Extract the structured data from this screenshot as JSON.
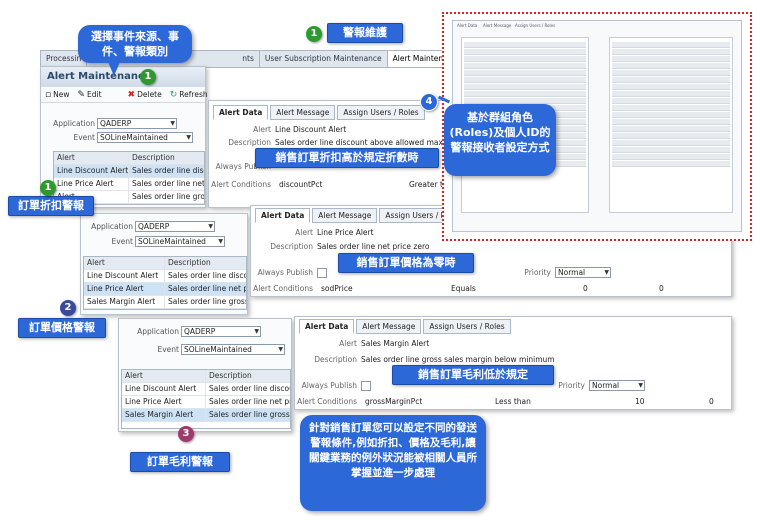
{
  "nav_tabs": [
    "Processin",
    "nts",
    "User Subscription Maintenance",
    "Alert Maintenance"
  ],
  "window_title": "Alert Maintenance",
  "toolbar": {
    "new": "New",
    "edit": "Edit",
    "delete": "Delete",
    "refresh": "Refresh"
  },
  "labels": {
    "application": "Application",
    "event": "Event",
    "alert": "Alert",
    "description": "Description",
    "always_publish": "Always Publish",
    "alert_conditions": "Alert Conditions",
    "priority": "Priority"
  },
  "values": {
    "application": "QADERP",
    "event": "SOLineMaintained",
    "priority": "Normal"
  },
  "detail_tabs": [
    "Alert Data",
    "Alert Message",
    "Assign Users / Roles"
  ],
  "grid_rows": [
    {
      "alert": "Line Discount Alert",
      "description": "Sales order line discount"
    },
    {
      "alert": "Line Price Alert",
      "description": "Sales order line net price"
    },
    {
      "alert": "Sales Margin Alert",
      "description": "Sales order line gross sa"
    }
  ],
  "grid_rows_panel1": [
    {
      "alert": "Line Discount Alert",
      "description": "Sales order line discount"
    },
    {
      "alert": "Line Price Alert",
      "description": "Sales order line net price"
    },
    {
      "alert": "Alert",
      "description": "Sales order line gross sa"
    }
  ],
  "grid_rows_panel2": [
    {
      "alert": "Line Discount Alert",
      "description": "Sales order line discount"
    },
    {
      "alert": "Line Price Alert",
      "description": "Sales order line net price"
    },
    {
      "alert": "Sales Margin Alert",
      "description": "Sales order line gross sa"
    }
  ],
  "panel1": {
    "alert": "Line Discount Alert",
    "description": "Sales order line discount above allowed maximum",
    "condition_field": "discountPct",
    "condition_op": "Greater than"
  },
  "panel2": {
    "alert": "Line Price Alert",
    "description": "Sales order line net price zero",
    "condition_field": "sodPrice",
    "condition_op": "Equals",
    "condition_v1": "0",
    "condition_v2": "0"
  },
  "panel3": {
    "alert": "Sales Margin Alert",
    "description": "Sales order line gross sales margin below minimum",
    "condition_field": "grossMarginPct",
    "condition_op": "Less than",
    "condition_v1": "10",
    "condition_v2": "0"
  },
  "callouts": {
    "top_left": "選擇事件來源、事件、警報類別",
    "top_mid": "警報維護",
    "discount_alert": "訂單折扣警報",
    "discount_banner": "銷售訂單折扣高於規定折數時",
    "price_banner": "銷售訂單價格為零時",
    "price_alert": "訂單價格警報",
    "margin_banner": "銷售訂單毛利低於規定",
    "margin_alert": "訂單毛利警報",
    "roles": "基於群組角色(Roles)及個人ID的警報接收者設定方式",
    "summary": "針對銷售訂單您可以設定不同的發送警報條件,例如折扣、價格及毛利,讓關鍵業務的例外狀況能被相關人員所掌握並進一步處理"
  },
  "numbers": [
    "1",
    "1",
    "1",
    "2",
    "3",
    "4"
  ],
  "thumb_tabs": [
    "Alert Data",
    "Alert Message",
    "Assign Users / Roles"
  ],
  "colors": {
    "callout_blue": "#2d68d8",
    "badge_green": "#2e9a2e",
    "badge_purple": "#a03a6a",
    "badge_navy": "#3a4a9a",
    "border_red": "#e02020"
  }
}
